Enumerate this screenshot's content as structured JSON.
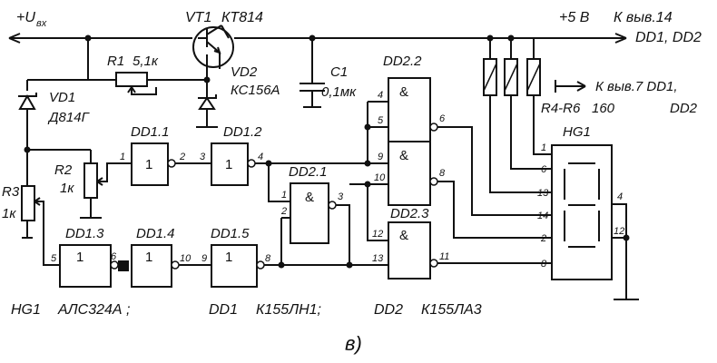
{
  "labels": {
    "vin": "+U",
    "vin_sub": "вх",
    "vt1": "VT1",
    "vt1_type": "КТ814",
    "plus5": "+5 В",
    "to_pin14": "К выв.14",
    "dd_bus": "DD1, DD2",
    "r1": "R1",
    "r1_val": "5,1к",
    "vd2": "VD2",
    "vd2_type": "КС156А",
    "c1": "C1",
    "c1_val": "0,1мк",
    "dd22": "DD2.2",
    "vd1": "VD1",
    "vd1_type": "Д814Г",
    "dd11": "DD1.1",
    "dd12": "DD1.2",
    "r2": "R2",
    "r2_val": "1к",
    "r3": "R3",
    "r3_val": "1к",
    "dd21": "DD2.1",
    "to_pin7": "К выв.7 DD1,",
    "to_pin7_b": "DD2",
    "r4r6": "R4-R6",
    "r4r6_val": "160",
    "hg1": "HG1",
    "dd23": "DD2.3",
    "dd13": "DD1.3",
    "dd14": "DD1.4",
    "dd15": "DD1.5",
    "legend_hg": "HG1",
    "legend_hg_type": "АЛС324А ;",
    "legend_dd1": "DD1",
    "legend_dd1_type": "К155ЛН1;",
    "legend_dd2": "DD2",
    "legend_dd2_type": "К155ЛА3",
    "caption": "в)"
  },
  "gate_symbols": {
    "not": "1",
    "nand": "&"
  },
  "pins": {
    "dd11_in": "1",
    "dd11_out": "2",
    "dd12_in": "3",
    "dd12_out": "4",
    "dd21_in1": "1",
    "dd21_in2": "2",
    "dd21_out": "3",
    "dd22_in1": "4",
    "dd22_in2": "5",
    "dd22_out": "6",
    "dd22b_in1": "9",
    "dd22b_in2": "10",
    "dd22b_out": "8",
    "dd23_in1": "12",
    "dd23_in2": "13",
    "dd23_out": "11",
    "dd13_in": "5",
    "dd13_out": "6",
    "dd14_out": "10",
    "dd15_in": "9",
    "dd15_out": "8",
    "hg_1": "1",
    "hg_6": "6",
    "hg_13": "13",
    "hg_14": "14",
    "hg_2": "2",
    "hg_8": "8",
    "hg_4": "4",
    "hg_12": "12"
  },
  "colors": {
    "ink": "#111111",
    "paper": "#ffffff"
  }
}
